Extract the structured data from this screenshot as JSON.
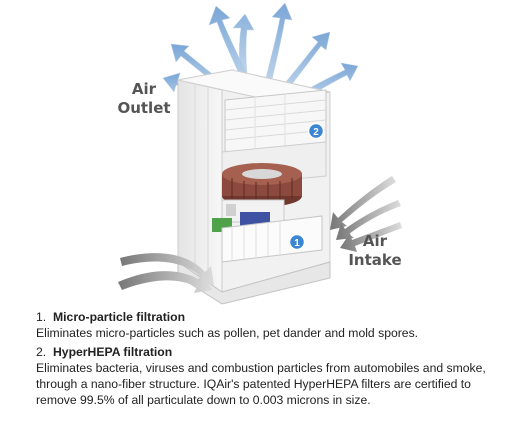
{
  "diagram": {
    "outlet_label_line1": "Air",
    "outlet_label_line2": "Outlet",
    "intake_label_line1": "Air",
    "intake_label_line2": "Intake",
    "badge_filter_1": "1",
    "badge_filter_2": "2",
    "colors": {
      "arrow_blue": "#8fb5dc",
      "arrow_gray": "#8c8c8c",
      "housing": "#eeeeee",
      "fan": "#8c4a3e",
      "green_board": "#4fa24a",
      "badge_blue": "#3a86d2"
    }
  },
  "filters": [
    {
      "number": "1.",
      "title": "Micro-particle filtration",
      "description": "Eliminates micro-particles such as pollen, pet dander and mold spores."
    },
    {
      "number": "2.",
      "title": "HyperHEPA filtration",
      "description": "Eliminates bacteria, viruses and combustion particles from automobiles and smoke, through a nano-fiber structure. IQAir's patented HyperHEPA filters are certified to remove 99.5% of all particulate down to 0.003 microns in size."
    }
  ]
}
